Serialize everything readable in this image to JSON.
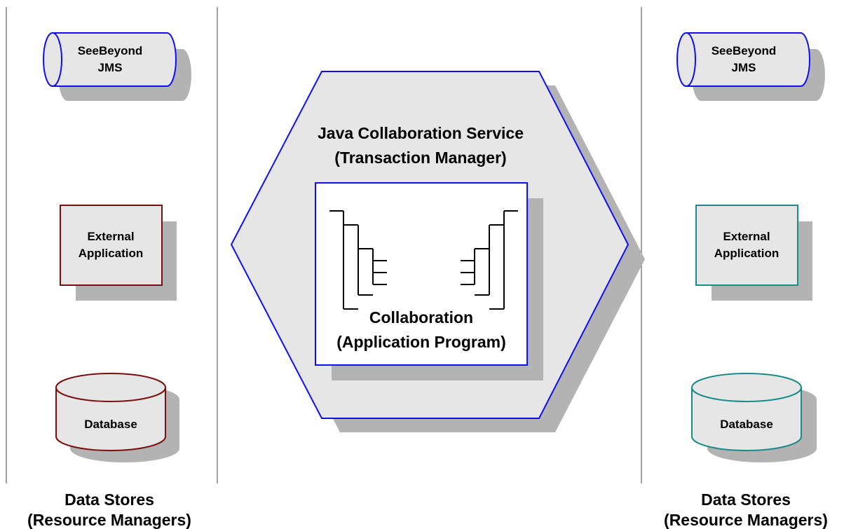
{
  "colors": {
    "background": "#ffffff",
    "shape_fill": "#e6e6e6",
    "shadow": "#b3b3b3",
    "divider": "#444444",
    "blue": "#1010ee",
    "dark_red": "#7a0f0f",
    "teal": "#1a8a8a",
    "black": "#000000"
  },
  "left_column": {
    "jms_label_line1": "SeeBeyond",
    "jms_label_line2": "JMS",
    "ext_app_line1": "External",
    "ext_app_line2": "Application",
    "database_label": "Database",
    "footer_line1": "Data Stores",
    "footer_line2": "(Resource Managers)"
  },
  "right_column": {
    "jms_label_line1": "SeeBeyond",
    "jms_label_line2": "JMS",
    "ext_app_line1": "External",
    "ext_app_line2": "Application",
    "database_label": "Database",
    "footer_line1": "Data Stores",
    "footer_line2": "(Resource Managers)"
  },
  "center": {
    "service_line1": "Java Collaboration Service",
    "service_line2": "(Transaction Manager)",
    "collab_line1": "Collaboration",
    "collab_line2": "(Application Program)"
  }
}
